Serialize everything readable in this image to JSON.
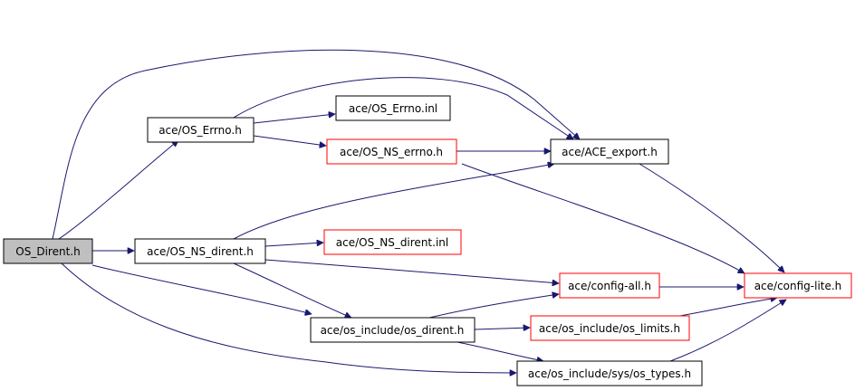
{
  "colors": {
    "edge": "#191970",
    "node_border_default": "#000000",
    "node_border_incomplete": "#ff0000",
    "root_fill": "#bfbfbf",
    "node_fill": "#ffffff"
  },
  "nodes": [
    {
      "id": "os_dirent_h",
      "label": "OS_Dirent.h",
      "root": true,
      "border": "black"
    },
    {
      "id": "os_errno_h",
      "label": "ace/OS_Errno.h",
      "border": "black"
    },
    {
      "id": "os_errno_inl",
      "label": "ace/OS_Errno.inl",
      "border": "black"
    },
    {
      "id": "os_ns_errno_h",
      "label": "ace/OS_NS_errno.h",
      "border": "red"
    },
    {
      "id": "ace_export_h",
      "label": "ace/ACE_export.h",
      "border": "black"
    },
    {
      "id": "os_ns_dirent_h",
      "label": "ace/OS_NS_dirent.h",
      "border": "black"
    },
    {
      "id": "os_ns_dirent_inl",
      "label": "ace/OS_NS_dirent.inl",
      "border": "red"
    },
    {
      "id": "config_all_h",
      "label": "ace/config-all.h",
      "border": "red"
    },
    {
      "id": "config_lite_h",
      "label": "ace/config-lite.h",
      "border": "red"
    },
    {
      "id": "os_dirent_inc_h",
      "label": "ace/os_include/os_dirent.h",
      "border": "black"
    },
    {
      "id": "os_limits_h",
      "label": "ace/os_include/os_limits.h",
      "border": "red"
    },
    {
      "id": "os_types_h",
      "label": "ace/os_include/sys/os_types.h",
      "border": "black"
    }
  ],
  "edges": [
    {
      "from": "os_dirent_h",
      "to": "os_errno_h"
    },
    {
      "from": "os_dirent_h",
      "to": "ace_export_h"
    },
    {
      "from": "os_dirent_h",
      "to": "os_ns_dirent_h"
    },
    {
      "from": "os_dirent_h",
      "to": "os_dirent_inc_h"
    },
    {
      "from": "os_dirent_h",
      "to": "os_types_h"
    },
    {
      "from": "os_errno_h",
      "to": "os_errno_inl"
    },
    {
      "from": "os_errno_h",
      "to": "os_ns_errno_h"
    },
    {
      "from": "os_errno_h",
      "to": "ace_export_h"
    },
    {
      "from": "os_ns_errno_h",
      "to": "ace_export_h"
    },
    {
      "from": "os_ns_errno_h",
      "to": "config_lite_h"
    },
    {
      "from": "ace_export_h",
      "to": "config_lite_h"
    },
    {
      "from": "os_ns_dirent_h",
      "to": "ace_export_h"
    },
    {
      "from": "os_ns_dirent_h",
      "to": "os_ns_dirent_inl"
    },
    {
      "from": "os_ns_dirent_h",
      "to": "config_all_h"
    },
    {
      "from": "os_ns_dirent_h",
      "to": "os_dirent_inc_h"
    },
    {
      "from": "config_all_h",
      "to": "config_lite_h"
    },
    {
      "from": "os_dirent_inc_h",
      "to": "config_all_h"
    },
    {
      "from": "os_dirent_inc_h",
      "to": "os_limits_h"
    },
    {
      "from": "os_dirent_inc_h",
      "to": "os_types_h"
    },
    {
      "from": "os_limits_h",
      "to": "config_lite_h"
    },
    {
      "from": "os_types_h",
      "to": "config_lite_h"
    }
  ]
}
